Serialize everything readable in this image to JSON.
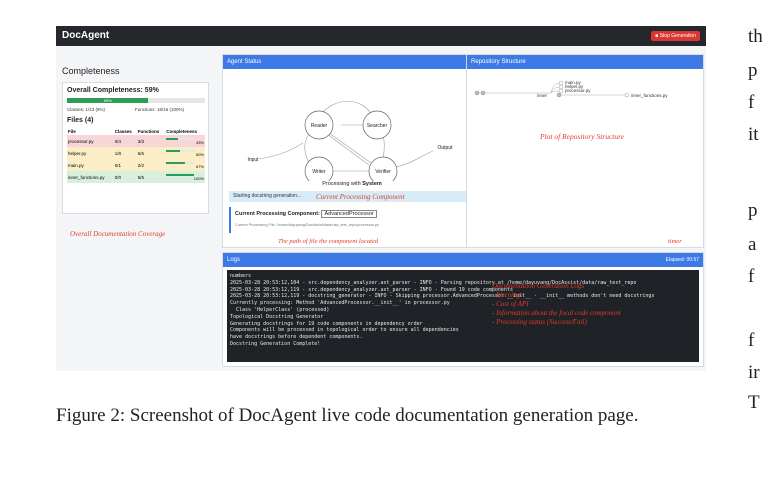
{
  "app": {
    "title": "DocAgent",
    "stop_label": "Stop Generation"
  },
  "completeness": {
    "heading": "Completeness",
    "overall_label": "Overall Completeness: 59%",
    "overall_pct": 59,
    "overall_bar_text": "59%",
    "classes_text": "Classes: 1/13 (8%)",
    "functions_text": "Functions: 16/16 (100%)",
    "files_heading": "Files (4)",
    "columns": [
      "File",
      "Classes",
      "Functions",
      "Completeness"
    ],
    "rows": [
      {
        "file": "processor.py",
        "classes": "0/4",
        "functions": "3/3",
        "pct": 43,
        "pct_text": "43%",
        "color": "#f6d6d6"
      },
      {
        "file": "helper.py",
        "classes": "1/8",
        "functions": "6/6",
        "pct": 50,
        "pct_text": "50%",
        "color": "#fbeec7"
      },
      {
        "file": "main.py",
        "classes": "0/1",
        "functions": "2/2",
        "pct": 67,
        "pct_text": "67%",
        "color": "#fbeec7"
      },
      {
        "file": "inner_functions.py",
        "classes": "0/0",
        "functions": "5/5",
        "pct": 100,
        "pct_text": "100%",
        "color": "#d7efdb"
      }
    ]
  },
  "agent_status": {
    "title": "Agent Status",
    "nodes": [
      "Reader",
      "Searcher",
      "Writer",
      "Verifier"
    ],
    "input_label": "Input",
    "output_label": "Output",
    "processing_prefix": "Processing with ",
    "processing_agent": "System",
    "starting_text": "Starting docstring generation...",
    "component_label": "Current Processing Component:",
    "component_value": "AdvancedProcessor",
    "file_label": "Current Processing File:",
    "file_value": "/home/dayuyang/DocAssist/data/raw_test_repo/processor.py"
  },
  "repo": {
    "title": "Repository Structure",
    "items": [
      "main.py",
      "helper.py",
      "processor.py",
      "inner",
      "inner_functions.py"
    ]
  },
  "logs": {
    "title": "Logs",
    "elapsed": "Elapsed: 00:57",
    "lines": [
      "numbers",
      "2025-03-28 20:53:12,104 - src.dependency_analyzer.ast_parser - INFO - Parsing repository at /home/dayuyang/DocAssist/data/raw_test_repo",
      "2025-03-28 20:53:12,119 - src.dependency_analyzer.ast_parser - INFO - Found 19 code components",
      "2025-03-28 20:53:12,119 - docstring_generator - INFO - Skipping processor.AdvancedProcessor.__init__ - __init__ methods don't need docstrings",
      "Currently processing: Method 'AdvancedProcessor.__init__' in processor.py",
      "  Class 'HelperClass' (processed)",
      "Topological Docstring Generator",
      "Generating docstrings for 19 code components in dependency order",
      "Components will be processed in topological order to ensure all dependencies",
      "have docstrings before dependent components.",
      "Docstring Generation Complete!"
    ]
  },
  "annotations": {
    "coverage": "Overall Documentation Coverage",
    "current_component": "Current Processing Component",
    "file_path": "The path of file the component located",
    "repo_plot": "Plot of Repository Structure",
    "timer": "timer",
    "logs_list": [
      "Documentation Generation Logs",
      "- Warnings",
      "- Cost of API",
      "- Information about the focal code component",
      "- Processing status (Success/Fail)"
    ]
  },
  "caption": "Figure 2: Screenshot of DocAgent live code documentation generation page.",
  "edge_text": [
    "th",
    "p",
    "f",
    "it",
    "p",
    "a",
    "f",
    "f",
    "ir",
    "T"
  ]
}
